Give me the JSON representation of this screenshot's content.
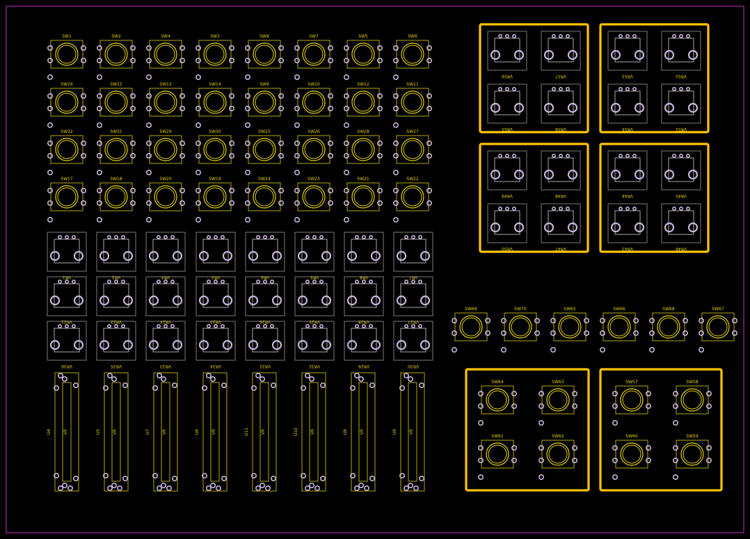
{
  "colors": {
    "background": "#000000",
    "board_outline": "#c033c0",
    "silkscreen": "#e8d400",
    "group_frame": "#ffc400",
    "pad": "#c8b4dc",
    "fab_outline": "#9a9a9a"
  },
  "switch_grid": {
    "rows": [
      [
        "SW1",
        "SW2",
        "SW4",
        "SW3",
        "SW8",
        "SW7",
        "SW5",
        "SW6"
      ],
      [
        "SW16",
        "SW15",
        "SW13",
        "SW14",
        "SW9",
        "SW10",
        "SW12",
        "SW11"
      ],
      [
        "SW32",
        "SW31",
        "SW29",
        "SW30",
        "SW25",
        "SW26",
        "SW28",
        "SW27"
      ],
      [
        "SW17",
        "SW18",
        "SW20",
        "SW19",
        "SW24",
        "SW23",
        "SW21",
        "SW22"
      ]
    ]
  },
  "pot_grid": {
    "rows": [
      [
        "VR1",
        "VR2",
        "VR4",
        "VR3",
        "VR6",
        "VR5",
        "VR8",
        "VR7"
      ],
      [
        "VR21",
        "VR22",
        "VR24",
        "VR23",
        "VR26",
        "VR25",
        "VR28",
        "VR27"
      ],
      [
        "VR36",
        "VR35",
        "VR33",
        "VR34",
        "VR31",
        "VR32",
        "VR29",
        "VR30"
      ]
    ]
  },
  "faders": {
    "refs": [
      "U4",
      "U5",
      "U7",
      "U6",
      "U11",
      "U10",
      "U8",
      "U9"
    ],
    "part_label": "VR"
  },
  "pot_groups": [
    [
      "VR56",
      "VR57",
      "VR55",
      "VR58"
    ],
    [
      "VR53",
      "VR52",
      "VR54",
      "VR51"
    ],
    [
      "VR49",
      "VR48",
      "VR50",
      "VR47"
    ],
    [
      "VR44",
      "VR45",
      "VR43",
      "VR46"
    ]
  ],
  "switch_row": [
    "SW69",
    "SW70",
    "SW65",
    "SW66",
    "SW68",
    "SW67"
  ],
  "switch_groups": [
    [
      "SW64",
      "SW63",
      "SW61",
      "SW62"
    ],
    [
      "SW57",
      "SW58",
      "SW60",
      "SW59"
    ]
  ]
}
